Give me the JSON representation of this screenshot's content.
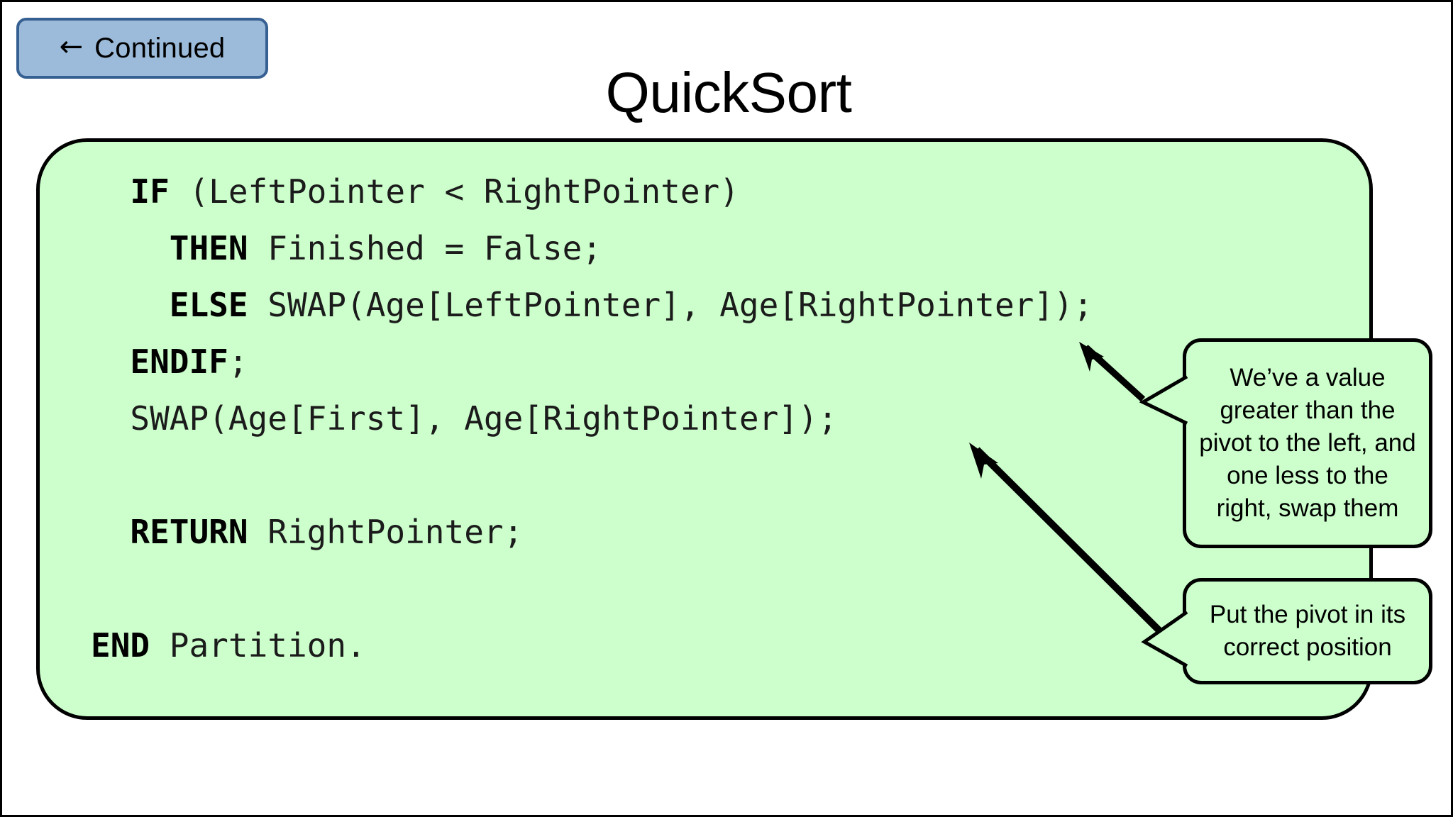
{
  "slide": {
    "title": "QuickSort",
    "background_color": "#FFFFFF",
    "border_color": "#000000"
  },
  "nav": {
    "continued_button": {
      "label": "Continued",
      "arrow_glyph": "←",
      "fill_color": "#9CBAD9",
      "border_color": "#376092"
    }
  },
  "code_block": {
    "fill_color": "#CCFFCC",
    "border_color": "#000000",
    "lines": [
      {
        "indent": 2,
        "keyword": "IF",
        "rest": " (LeftPointer < RightPointer)"
      },
      {
        "indent": 4,
        "keyword": "THEN",
        "rest": " Finished = False;"
      },
      {
        "indent": 4,
        "keyword": "ELSE",
        "rest": " SWAP(Age[LeftPointer], Age[RightPointer]);"
      },
      {
        "indent": 2,
        "keyword": "ENDIF",
        "rest": ";"
      },
      {
        "indent": 2,
        "keyword": "",
        "rest": "SWAP(Age[First], Age[RightPointer]);"
      },
      {
        "indent": 0,
        "keyword": "",
        "rest": ""
      },
      {
        "indent": 2,
        "keyword": "RETURN",
        "rest": " RightPointer;"
      },
      {
        "indent": 0,
        "keyword": "",
        "rest": ""
      },
      {
        "indent": 0,
        "keyword": "END",
        "rest": " Partition."
      }
    ]
  },
  "callouts": [
    {
      "id": "swap",
      "text": "We’ve a value greater than the pivot to the left, and one less to the right, swap them",
      "fill_color": "#CCFFCC",
      "border_color": "#000000"
    },
    {
      "id": "pivot",
      "text": "Put the pivot in its correct position",
      "fill_color": "#CCFFCC",
      "border_color": "#000000"
    }
  ],
  "annotations": {
    "arrow_color": "#000000",
    "arrow_count": 2
  }
}
